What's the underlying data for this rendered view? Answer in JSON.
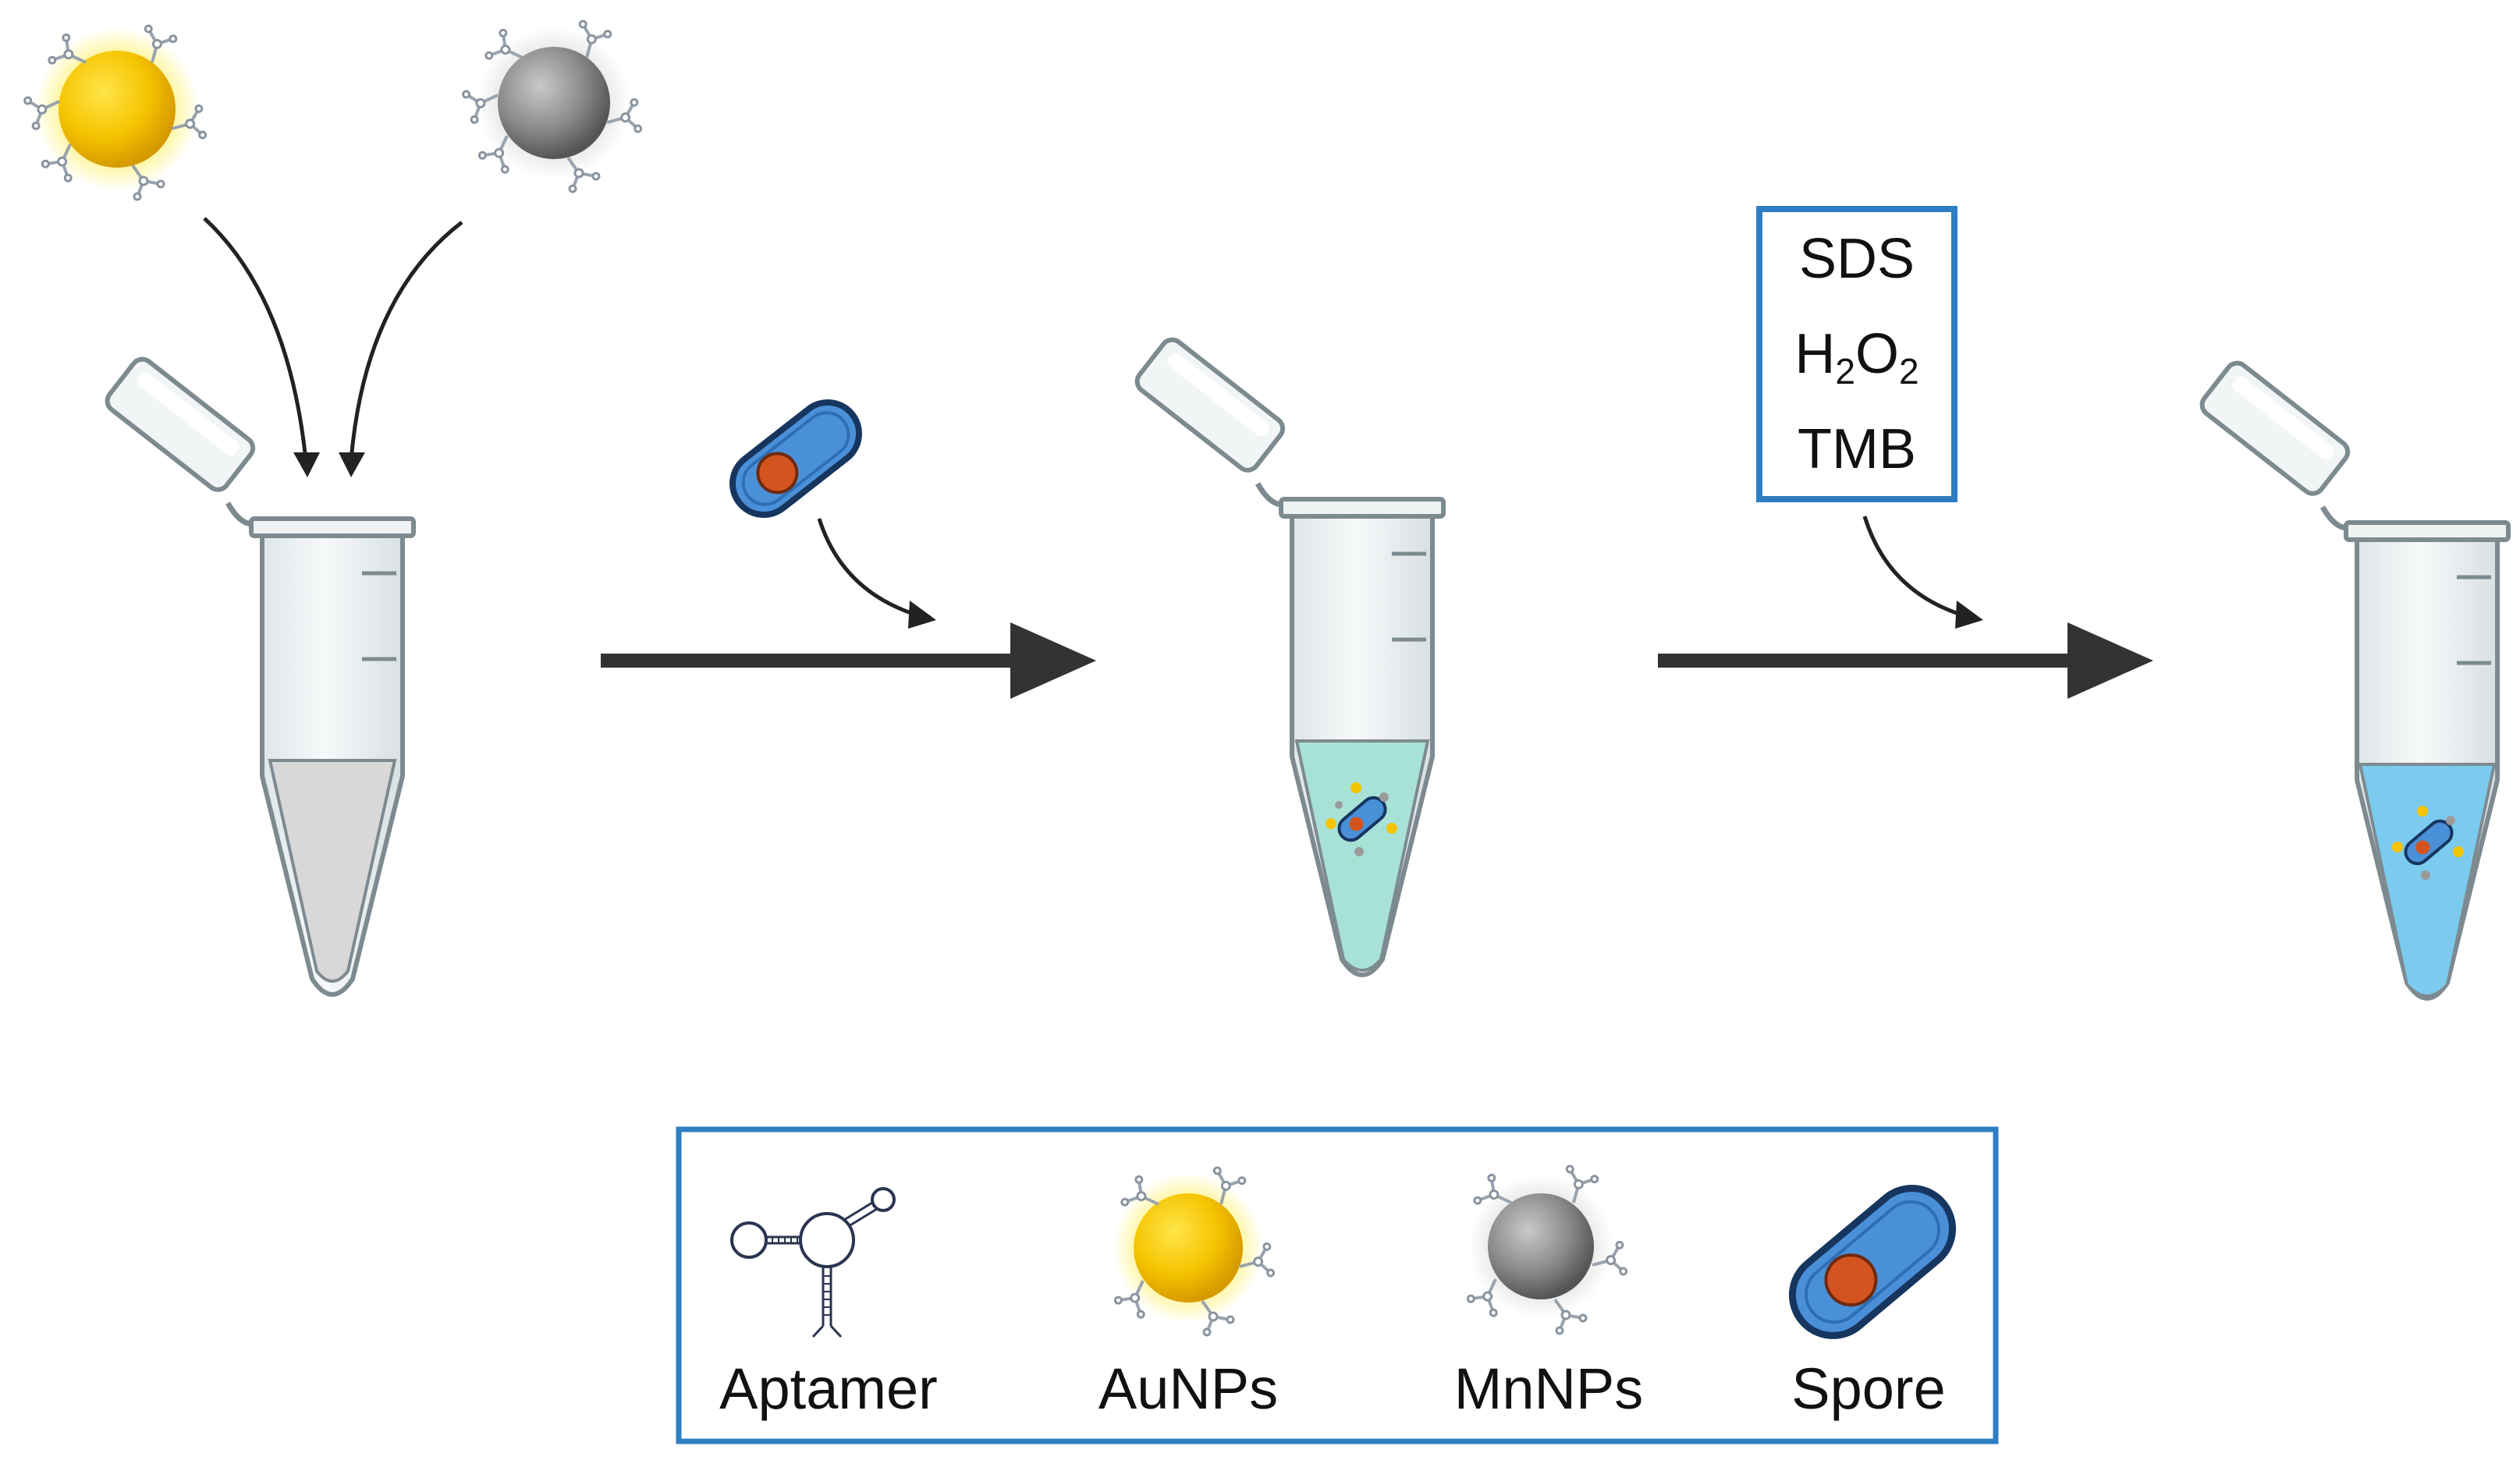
{
  "reagents": {
    "items": [
      "SDS",
      "H",
      "2",
      "O",
      "2",
      "TMB"
    ]
  },
  "legend": {
    "aptamer_label": "Aptamer",
    "aunp_label": "AuNPs",
    "mnnp_label": "MnNPs",
    "spore_label": "Spore"
  },
  "colors": {
    "gold": "#f5c400",
    "gold_glow": "#fff27a",
    "manganese": "#8a8a8a",
    "spore_body": "#4a90d9",
    "spore_core": "#d4541f",
    "arrow": "#333333",
    "box_border": "#2f7ec4",
    "liquid_gray": "#d8d8d8",
    "liquid_teal": "#a8e2d6",
    "liquid_blue": "#7ccbef",
    "tube_glass": "#e9eef0"
  },
  "icons": {
    "gold_particle": "gold-nanoparticle-icon",
    "manganese_particle": "manganese-nanoparticle-icon",
    "spore": "spore-icon",
    "aptamer": "aptamer-icon",
    "tube": "microcentrifuge-tube-icon"
  }
}
